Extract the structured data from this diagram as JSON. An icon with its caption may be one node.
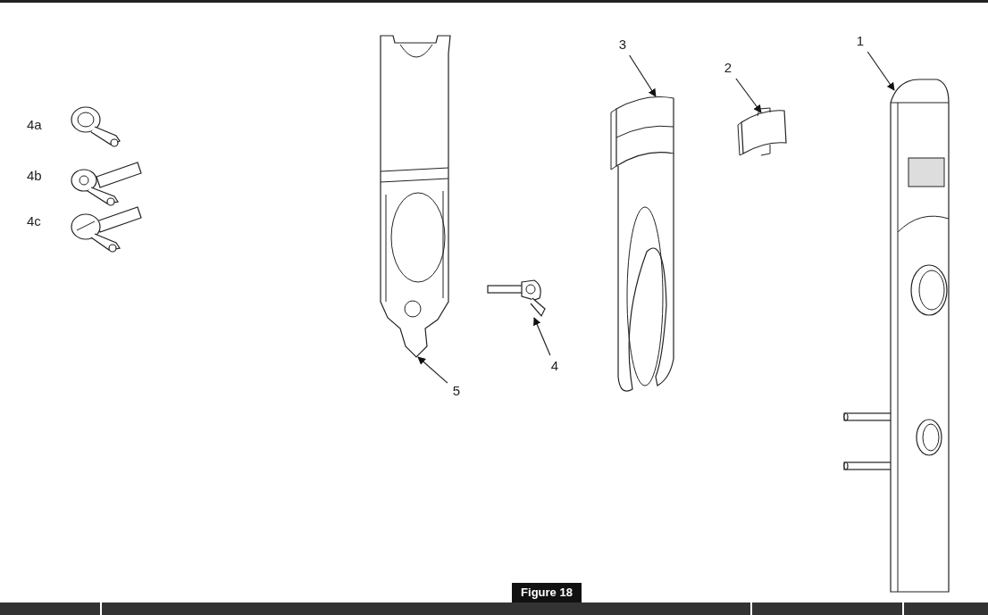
{
  "diagram": {
    "caption": "Figure 18",
    "nodes": [
      {
        "text": [
          "1"
        ]
      },
      {
        "text": [],
        "shape": "picture"
      },
      {
        "text": [
          "3"
        ]
      },
      {
        "text": [],
        "shape": "picture"
      },
      {
        "text": [
          "2"
        ]
      },
      {
        "text": [],
        "shape": "picture"
      },
      {
        "text": [
          "4"
        ]
      },
      {
        "text": [],
        "shape": "picture"
      },
      {
        "text": [
          "5"
        ]
      },
      {
        "text": [],
        "shape": "picture"
      }
    ],
    "edges": [
      {
        "from": 0,
        "to": 1,
        "arrow": "to"
      },
      {
        "from": 2,
        "to": 3,
        "arrow": "to"
      },
      {
        "from": 4,
        "to": 5,
        "arrow": "to"
      },
      {
        "from": 6,
        "to": 7,
        "arrow": "to"
      },
      {
        "from": 8,
        "to": 9,
        "arrow": "to"
      }
    ],
    "labels": [
      "4a",
      "4b",
      "4c"
    ]
  }
}
